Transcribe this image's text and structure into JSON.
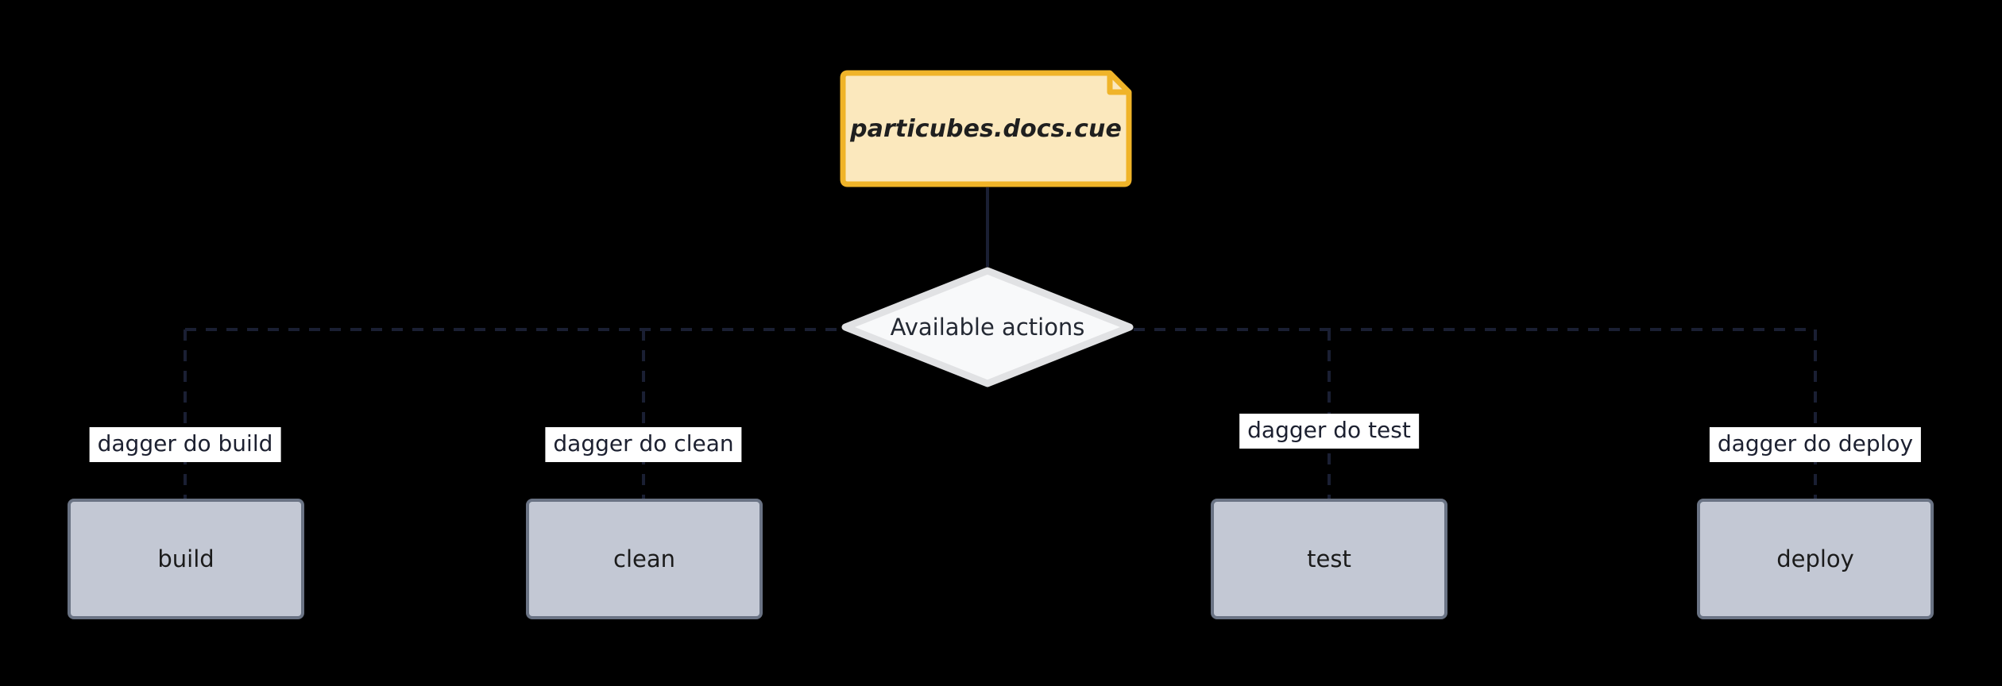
{
  "diagram": {
    "type": "flowchart",
    "background_color": "#000000",
    "direction": "top-down",
    "title": "",
    "source_node": {
      "id": "source",
      "shape": "note",
      "label": "particubes.docs.cue",
      "fill_color": "#fbe8bd",
      "stroke_color": "#f0b429",
      "text_style": "bold-italic"
    },
    "decision_node": {
      "id": "actions",
      "shape": "diamond",
      "label": "Available actions",
      "fill_color": "#f8f9fa",
      "stroke_color": "#e1e2e4"
    },
    "edge_style": {
      "link_color": "#1a1f33",
      "source_to_decision": "solid",
      "decision_to_actions": "dashed"
    },
    "action_nodes": [
      {
        "id": "build",
        "label": "build",
        "edge_label": "dagger do build",
        "fill_color": "#c3c8d4",
        "stroke_color": "#6a7384"
      },
      {
        "id": "clean",
        "label": "clean",
        "edge_label": "dagger do clean",
        "fill_color": "#c3c8d4",
        "stroke_color": "#6a7384"
      },
      {
        "id": "test",
        "label": "test",
        "edge_label": "dagger do test",
        "fill_color": "#c3c8d4",
        "stroke_color": "#6a7384"
      },
      {
        "id": "deploy",
        "label": "deploy",
        "edge_label": "dagger do deploy",
        "fill_color": "#c3c8d4",
        "stroke_color": "#6a7384"
      }
    ]
  }
}
